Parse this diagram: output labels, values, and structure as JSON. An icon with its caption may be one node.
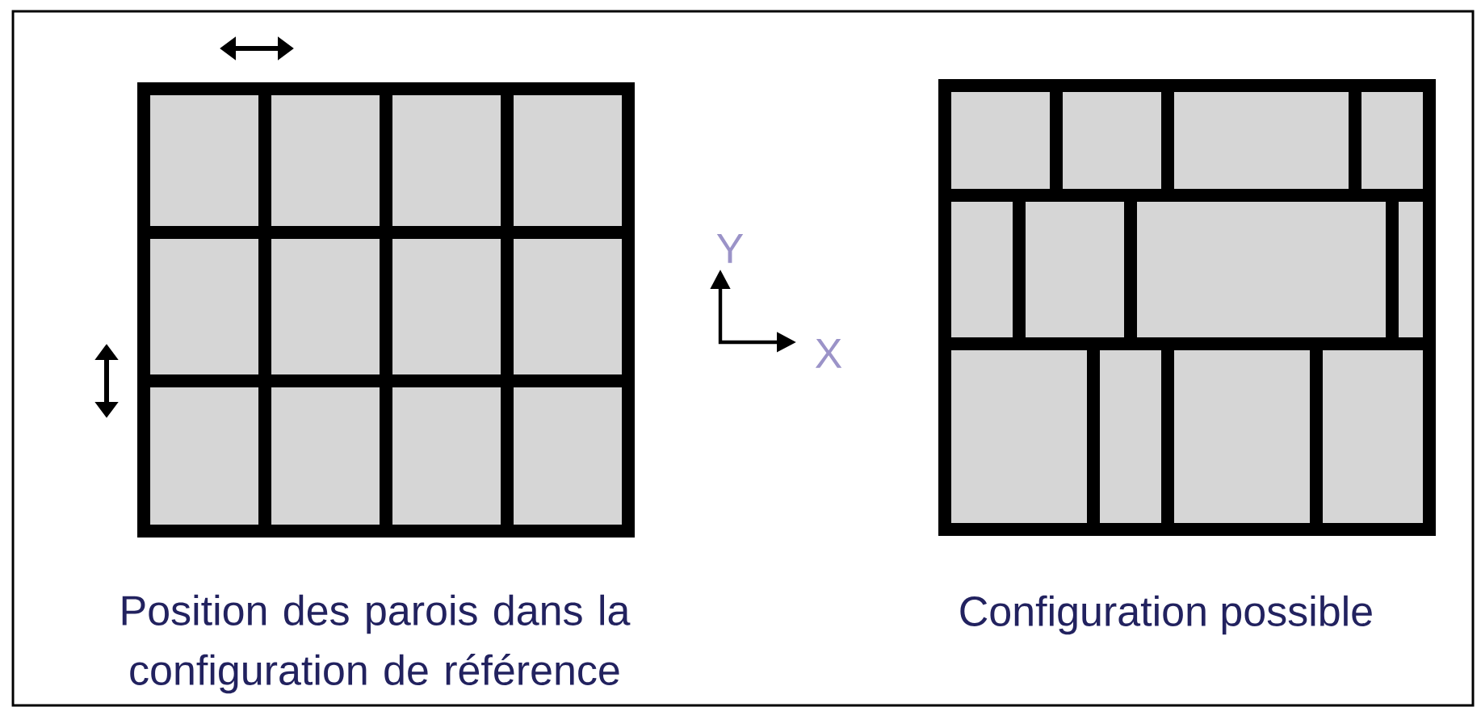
{
  "diagram": {
    "labels": [
      "Y",
      "X",
      "Position des parois dans la configuration de référence",
      "Configuration possible"
    ]
  }
}
